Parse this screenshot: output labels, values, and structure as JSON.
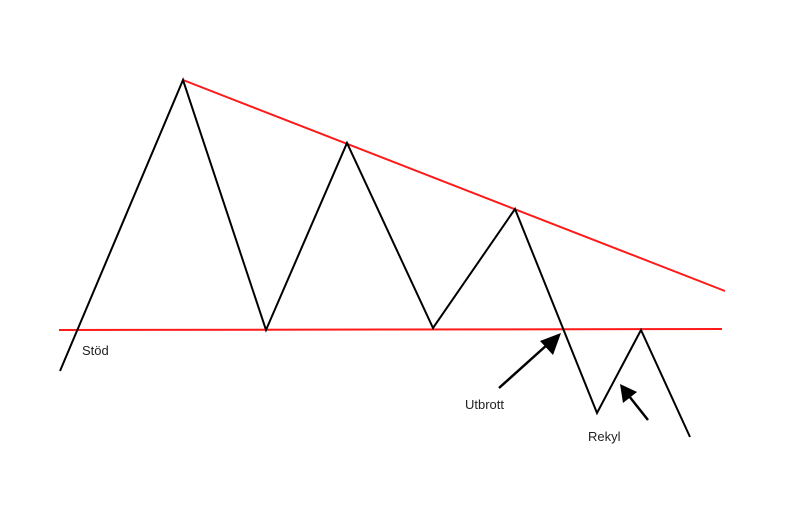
{
  "diagram": {
    "labels": {
      "support": "Stöd",
      "breakout": "Utbrott",
      "pullback": "Rekyl"
    },
    "colors": {
      "price_line": "#000000",
      "trend_lines": "#ff1a1a",
      "background": "#ffffff"
    }
  }
}
